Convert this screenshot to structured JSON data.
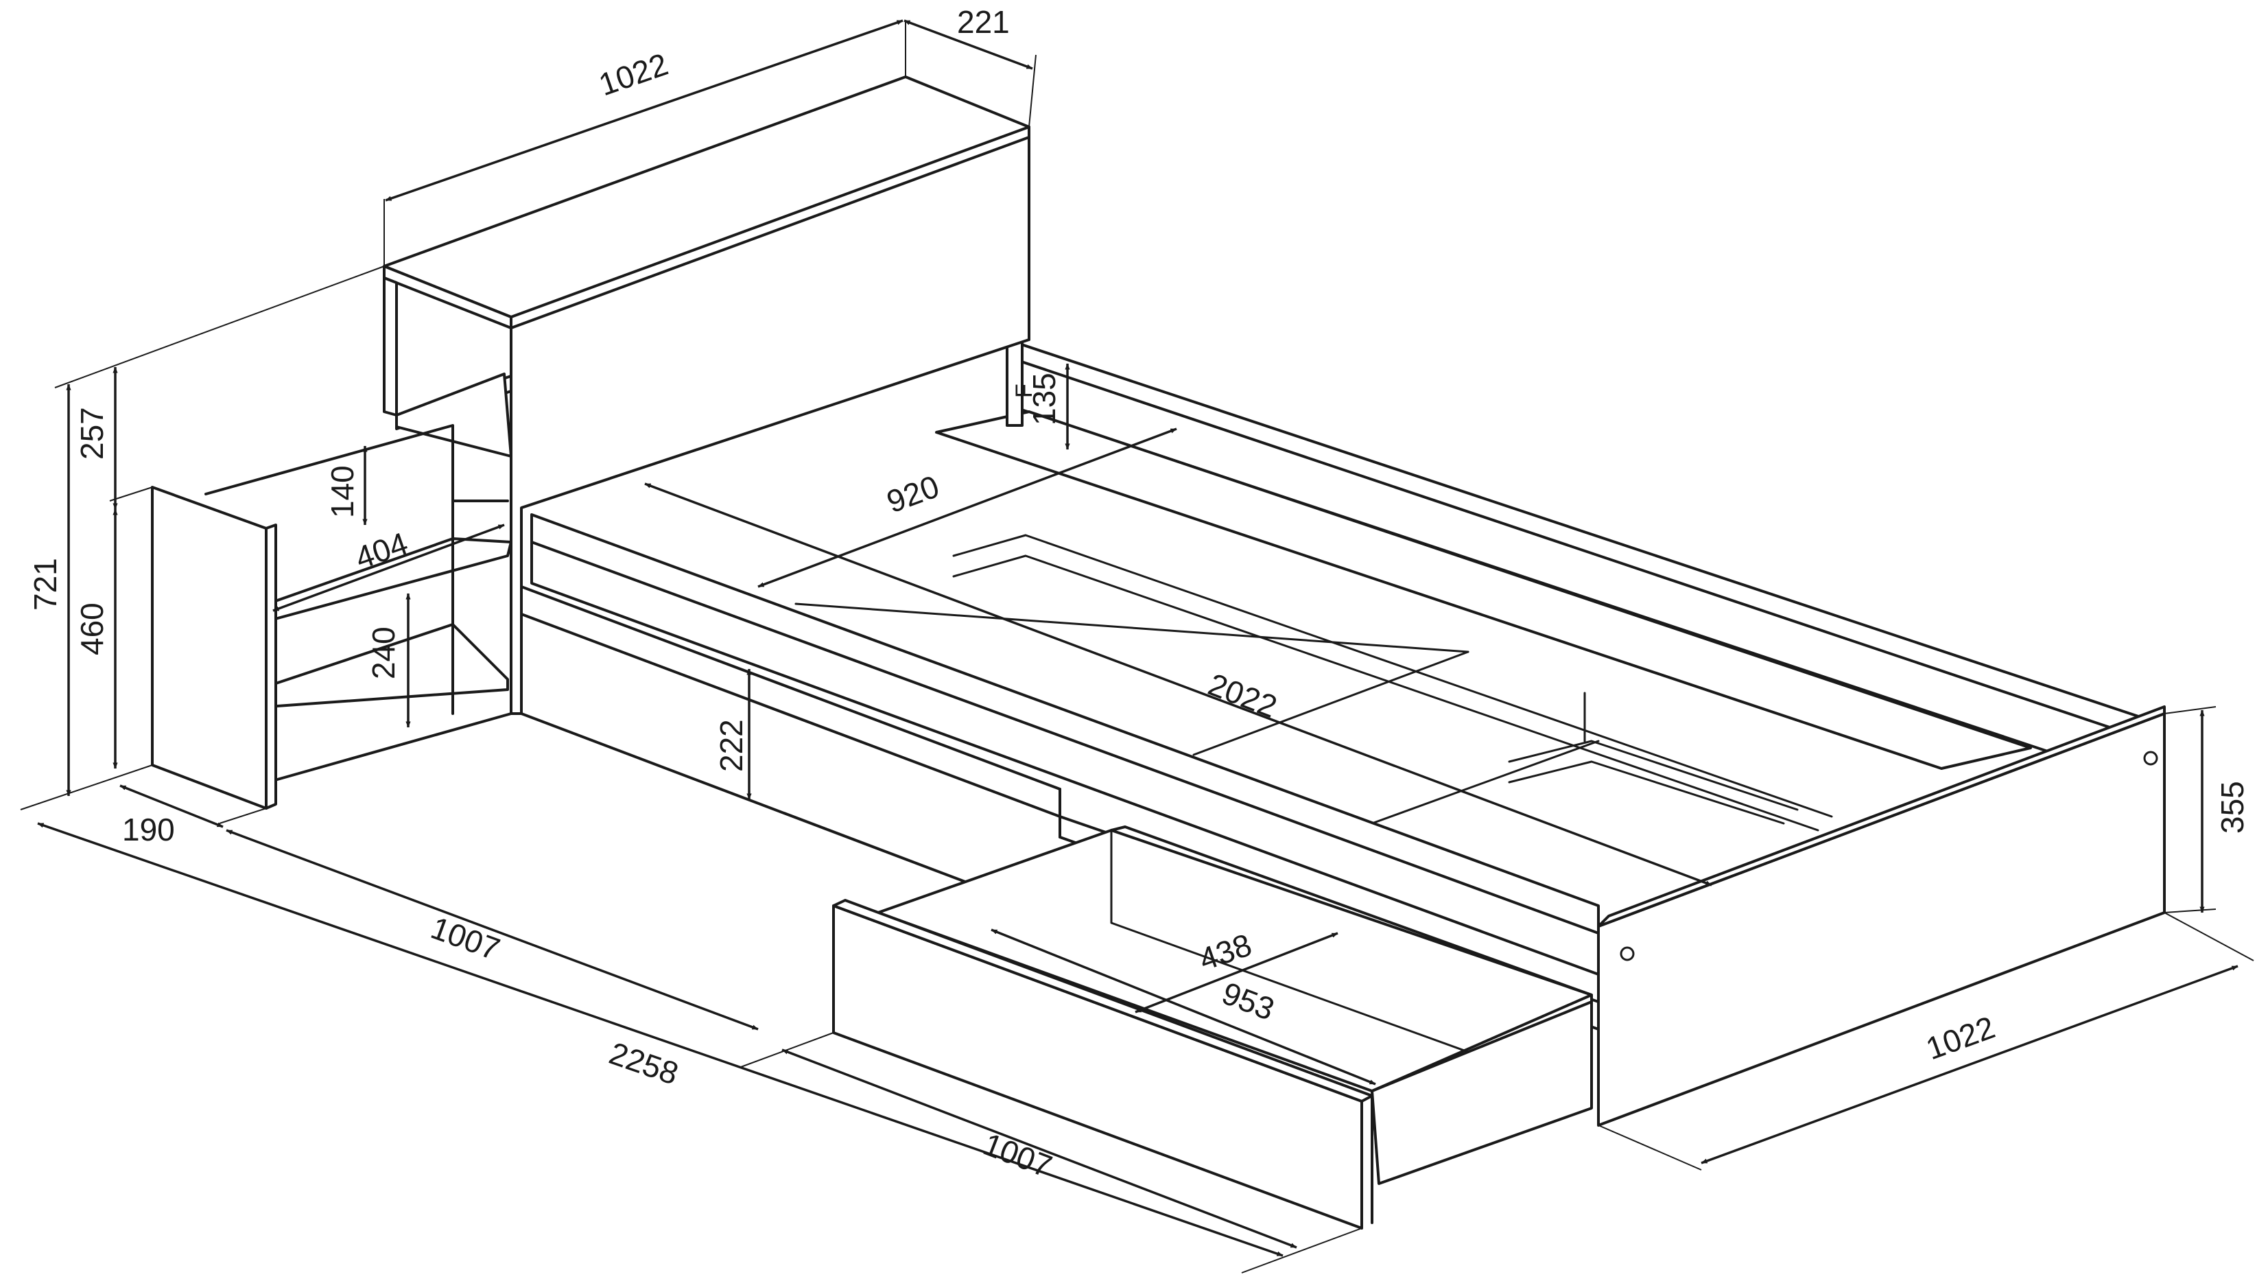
{
  "diagram": {
    "dimensions": {
      "headboard_width": "1022",
      "headboard_depth": "221",
      "shelf_height_top": "257",
      "total_height": "721",
      "side_height": "460",
      "shelf_gap_upper": "140",
      "shelf_width": "404",
      "shelf_gap_lower": "240",
      "side_depth": "190",
      "side_length": "1007",
      "total_length": "2258",
      "drawer_front_length": "1007",
      "drawer_height": "222",
      "rail_height": "135",
      "rail_mark": "F",
      "mattress_width": "920",
      "mattress_length": "2022",
      "drawer_inner_width": "438",
      "drawer_inner_length": "953",
      "footboard_height": "355",
      "footboard_width": "1022"
    }
  }
}
